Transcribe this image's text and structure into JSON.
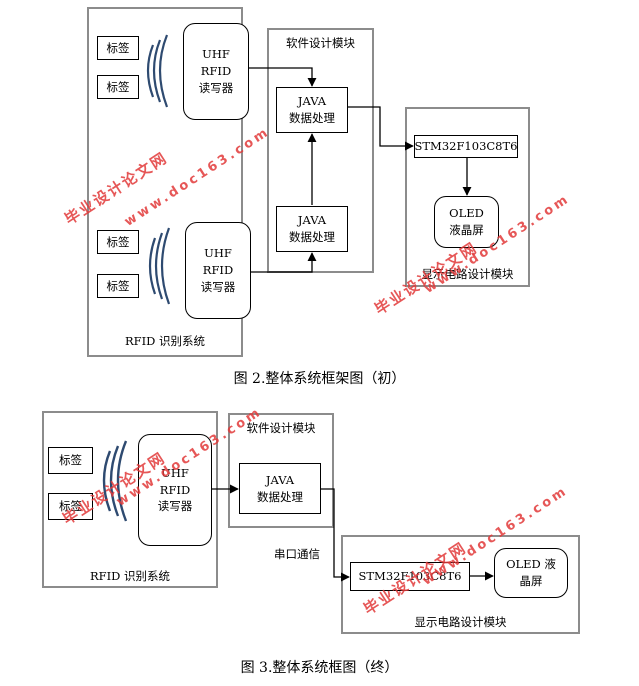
{
  "diagram1": {
    "tag_label": "标签",
    "reader_lines": [
      "UHF",
      "RFID",
      "读写器"
    ],
    "rfid_system_label": "RFID 识别系统",
    "software_module_label": "软件设计模块",
    "java_lines": [
      "JAVA",
      "数据处理"
    ],
    "stm_label": "STM32F103C8T6",
    "oled_lines": [
      "OLED",
      "液晶屏"
    ],
    "display_module_label": "显示电路设计模块",
    "caption": "图 2.整体系统框架图（初）"
  },
  "diagram2": {
    "tag_label": "标签",
    "reader_lines": [
      "UHF",
      "RFID",
      "读写器"
    ],
    "rfid_system_label": "RFID 识别系统",
    "software_module_label": "软件设计模块",
    "java_lines": [
      "JAVA",
      "数据处理"
    ],
    "serial_label": "串口通信",
    "stm_label": "STM32F103C8T6",
    "oled_lines": [
      "OLED 液",
      "晶屏"
    ],
    "display_module_label": "显示电路设计模块",
    "caption": "图 3.整体系统框图（终）"
  },
  "watermark": {
    "cn": "毕业设计论文网",
    "url": "www.doc163.com",
    "color": "#e23a3a"
  }
}
